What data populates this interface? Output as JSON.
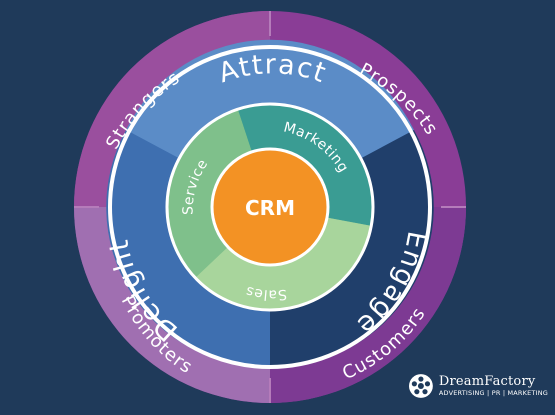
{
  "outer_ring": {
    "top_left": "Strangers",
    "top_right": "Prospects",
    "bottom_left": "Promoters",
    "bottom_right": "Customers"
  },
  "middle_ring": {
    "attract": "Attract",
    "engage": "Engage",
    "delight": "Delight"
  },
  "inner_ring": {
    "marketing": "Marketing",
    "sales": "Sales",
    "service": "Service"
  },
  "center": {
    "label": "CRM"
  },
  "logo": {
    "name": "DreamFactory",
    "tagline": "ADVERTISING | PR | MARKETING"
  },
  "colors": {
    "background": "#1f3a5a",
    "outer_purple": "#8a3d96",
    "outer_light": "#a05fa6",
    "attract": "#5b8cc7",
    "engage": "#203f6b",
    "delight": "#3e6fb0",
    "marketing": "#3a9c93",
    "sales": "#a8d59c",
    "service": "#7fc08b",
    "center": "#f39224"
  }
}
